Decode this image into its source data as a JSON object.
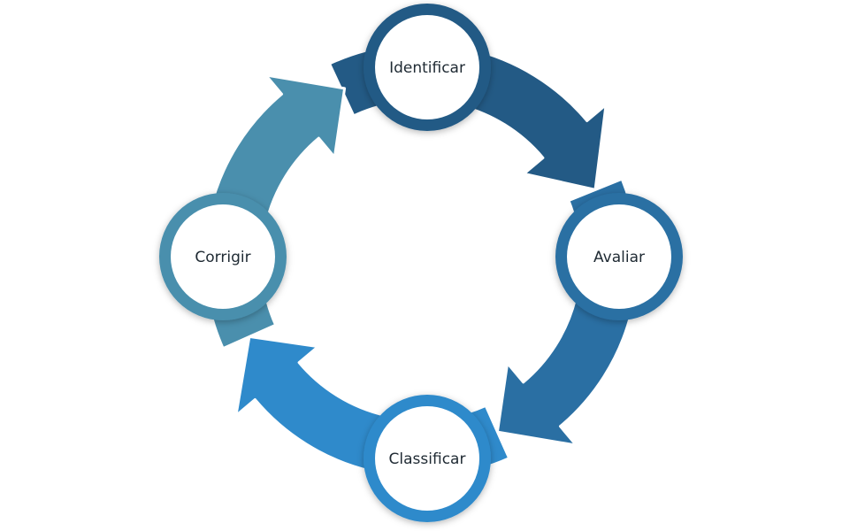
{
  "diagram": {
    "type": "cycle",
    "steps": [
      {
        "label": "Identificar",
        "color": "#235a85"
      },
      {
        "label": "Avaliar",
        "color": "#2a6fa3"
      },
      {
        "label": "Classificar",
        "color": "#2f8acb"
      },
      {
        "label": "Corrigir",
        "color": "#4a8fad"
      }
    ]
  }
}
